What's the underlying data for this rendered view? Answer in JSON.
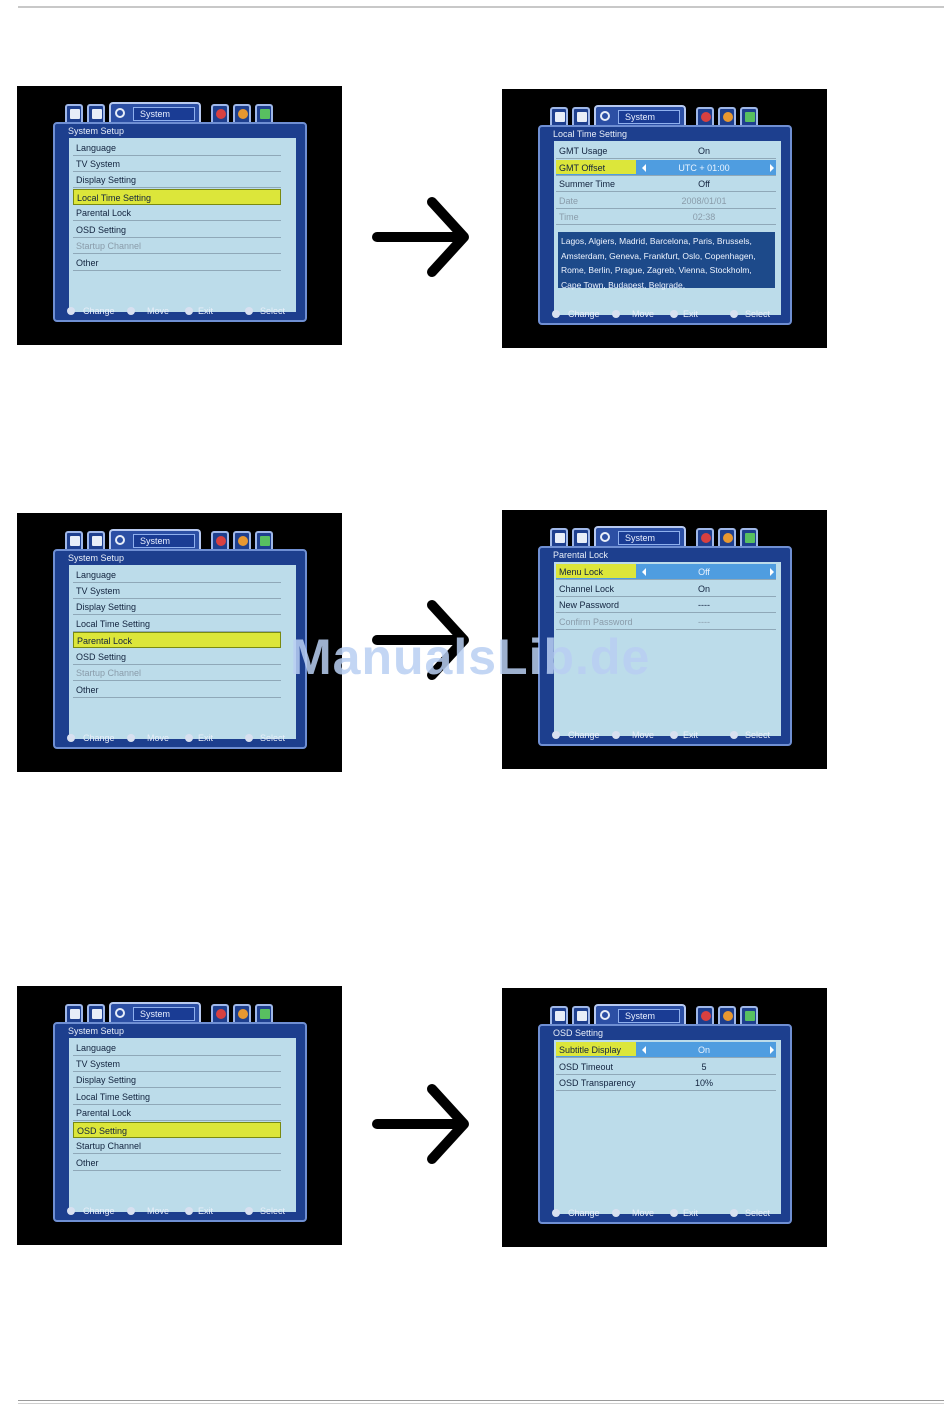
{
  "watermark": "ManualsLib.de",
  "tab_label": "System",
  "footer": {
    "change": "Change",
    "move": "Move",
    "exit": "Exit",
    "select": "Select"
  },
  "system_setup": {
    "title": "System Setup",
    "items": [
      "Language",
      "TV System",
      "Display Setting",
      "Local Time Setting",
      "Parental Lock",
      "OSD Setting",
      "Startup Channel",
      "Other"
    ]
  },
  "local_time": {
    "title": "Local Time Setting",
    "rows": [
      {
        "label": "GMT Usage",
        "value": "On"
      },
      {
        "label": "GMT Offset",
        "value": "UTC + 01:00"
      },
      {
        "label": "Summer Time",
        "value": "Off"
      },
      {
        "label": "Date",
        "value": "2008/01/01"
      },
      {
        "label": "Time",
        "value": "02:38"
      }
    ],
    "cities": "Lagos, Algiers, Madrid, Barcelona, Paris, Brussels, Amsterdam, Geneva, Frankfurt, Oslo, Copenhagen, Rome, Berlin, Prague, Zagreb, Vienna, Stockholm, Cape Town, Budapest, Belgrade,"
  },
  "parental_lock": {
    "title": "Parental Lock",
    "rows": [
      {
        "label": "Menu Lock",
        "value": "Off"
      },
      {
        "label": "Channel Lock",
        "value": "On"
      },
      {
        "label": "New Password",
        "value": "----"
      },
      {
        "label": "Confirm Password",
        "value": "----"
      }
    ]
  },
  "osd_setting": {
    "title": "OSD Setting",
    "rows": [
      {
        "label": "Subtitle Display",
        "value": "On"
      },
      {
        "label": "OSD Timeout",
        "value": "5"
      },
      {
        "label": "OSD Transparency",
        "value": "10%"
      }
    ]
  }
}
